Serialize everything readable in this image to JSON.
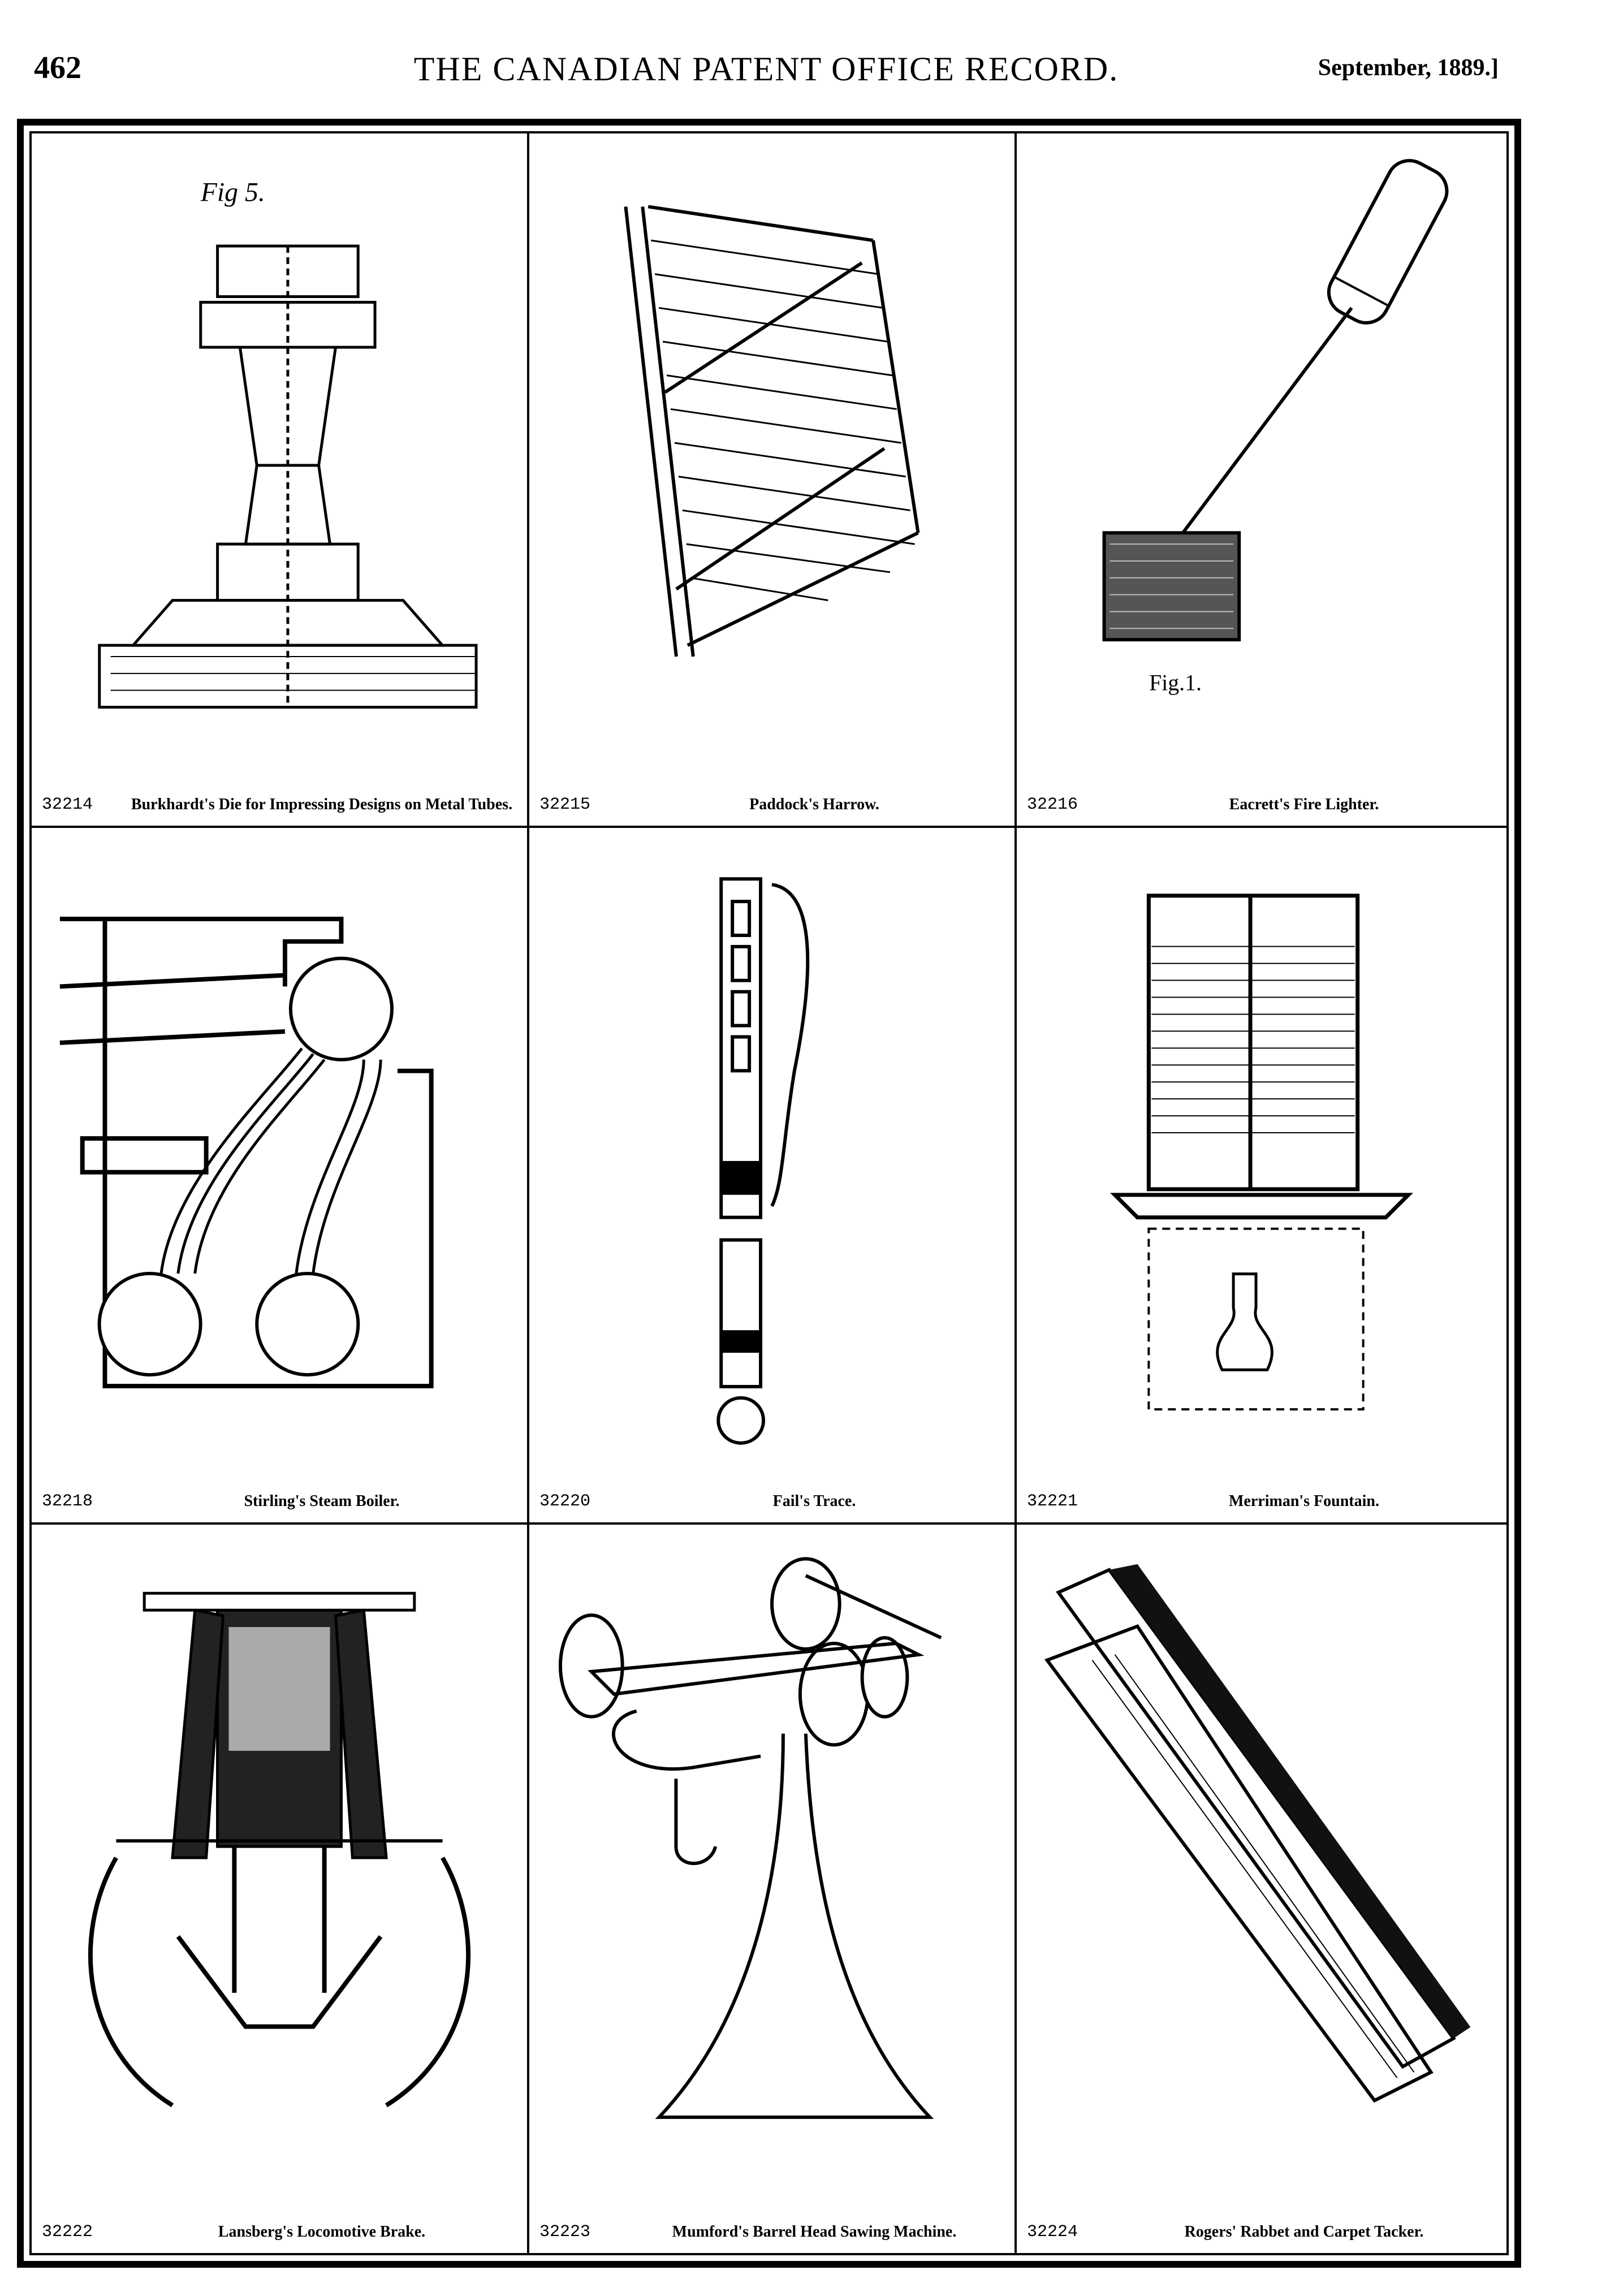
{
  "header": {
    "page_number": "462",
    "journal_title": "THE CANADIAN PATENT OFFICE RECORD.",
    "date": "September, 1889.]"
  },
  "plates": [
    {
      "number": "32214",
      "title": "Burkhardt's Die for Impressing Designs on Metal Tubes.",
      "figure_label": "Fig 5."
    },
    {
      "number": "32215",
      "title": "Paddock's Harrow."
    },
    {
      "number": "32216",
      "title": "Eacrett's Fire Lighter.",
      "figure_label": "Fig.1."
    },
    {
      "number": "32218",
      "title": "Stirling's Steam Boiler."
    },
    {
      "number": "32220",
      "title": "Fail's Trace."
    },
    {
      "number": "32221",
      "title": "Merriman's Fountain."
    },
    {
      "number": "32222",
      "title": "Lansberg's Locomotive Brake."
    },
    {
      "number": "32223",
      "title": "Mumford's Barrel Head Sawing Machine."
    },
    {
      "number": "32224",
      "title": "Rogers' Rabbet and Carpet Tacker."
    }
  ]
}
